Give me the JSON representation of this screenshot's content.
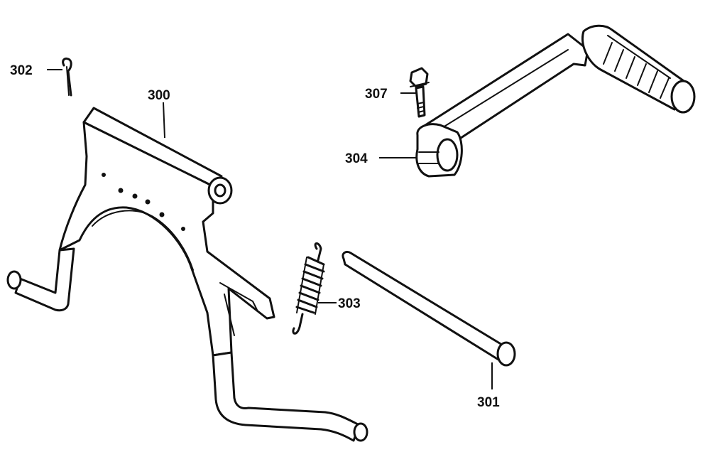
{
  "diagram": {
    "callouts": [
      {
        "id": "302",
        "label": "302"
      },
      {
        "id": "300",
        "label": "300"
      },
      {
        "id": "307",
        "label": "307"
      },
      {
        "id": "304",
        "label": "304"
      },
      {
        "id": "303",
        "label": "303"
      },
      {
        "id": "301",
        "label": "301"
      }
    ]
  }
}
